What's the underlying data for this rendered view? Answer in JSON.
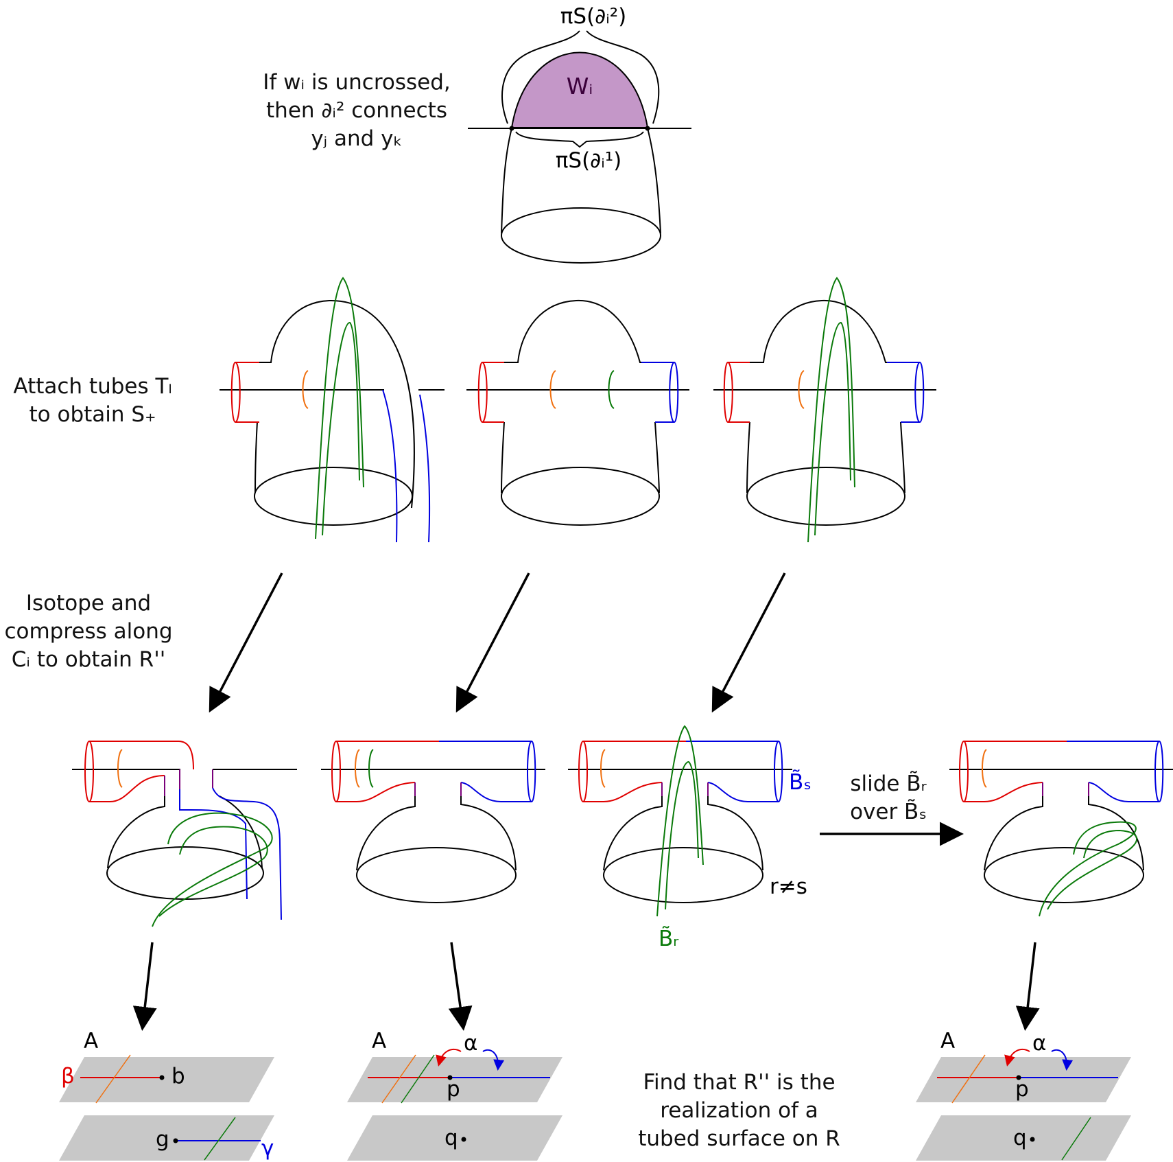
{
  "labels": {
    "top_note": [
      "If wᵢ is uncrossed,",
      "then ∂ᵢ² connects",
      "yⱼ and yₖ"
    ],
    "pi_top": "πS(∂ᵢ²)",
    "pi_bottom": "πS(∂ᵢ¹)",
    "w_region": "Wᵢ",
    "attach": [
      "Attach tubes Tₗ",
      "to obtain S₊"
    ],
    "isotope": [
      "Isotope and",
      "compress along",
      "Cᵢ to obtain R''"
    ],
    "slide": [
      "slide B̃ᵣ",
      "over B̃ₛ"
    ],
    "b_s": "B̃ₛ",
    "b_r": "B̃ᵣ",
    "r_neq_s": "r≠s",
    "find": [
      "Find that R'' is the",
      "realization of a",
      "tubed surface on R"
    ],
    "planes": {
      "A": "A",
      "beta": "β",
      "b": "b",
      "g": "g",
      "gamma": "γ",
      "alpha": "α",
      "p": "p",
      "q": "q"
    }
  },
  "colors": {
    "purple_fill": "#c497c8",
    "red": "#e00000",
    "blue": "#0000e0",
    "green": "#0a7a0a",
    "orange": "#f07010",
    "plane_gray": "#c8c8c8"
  }
}
